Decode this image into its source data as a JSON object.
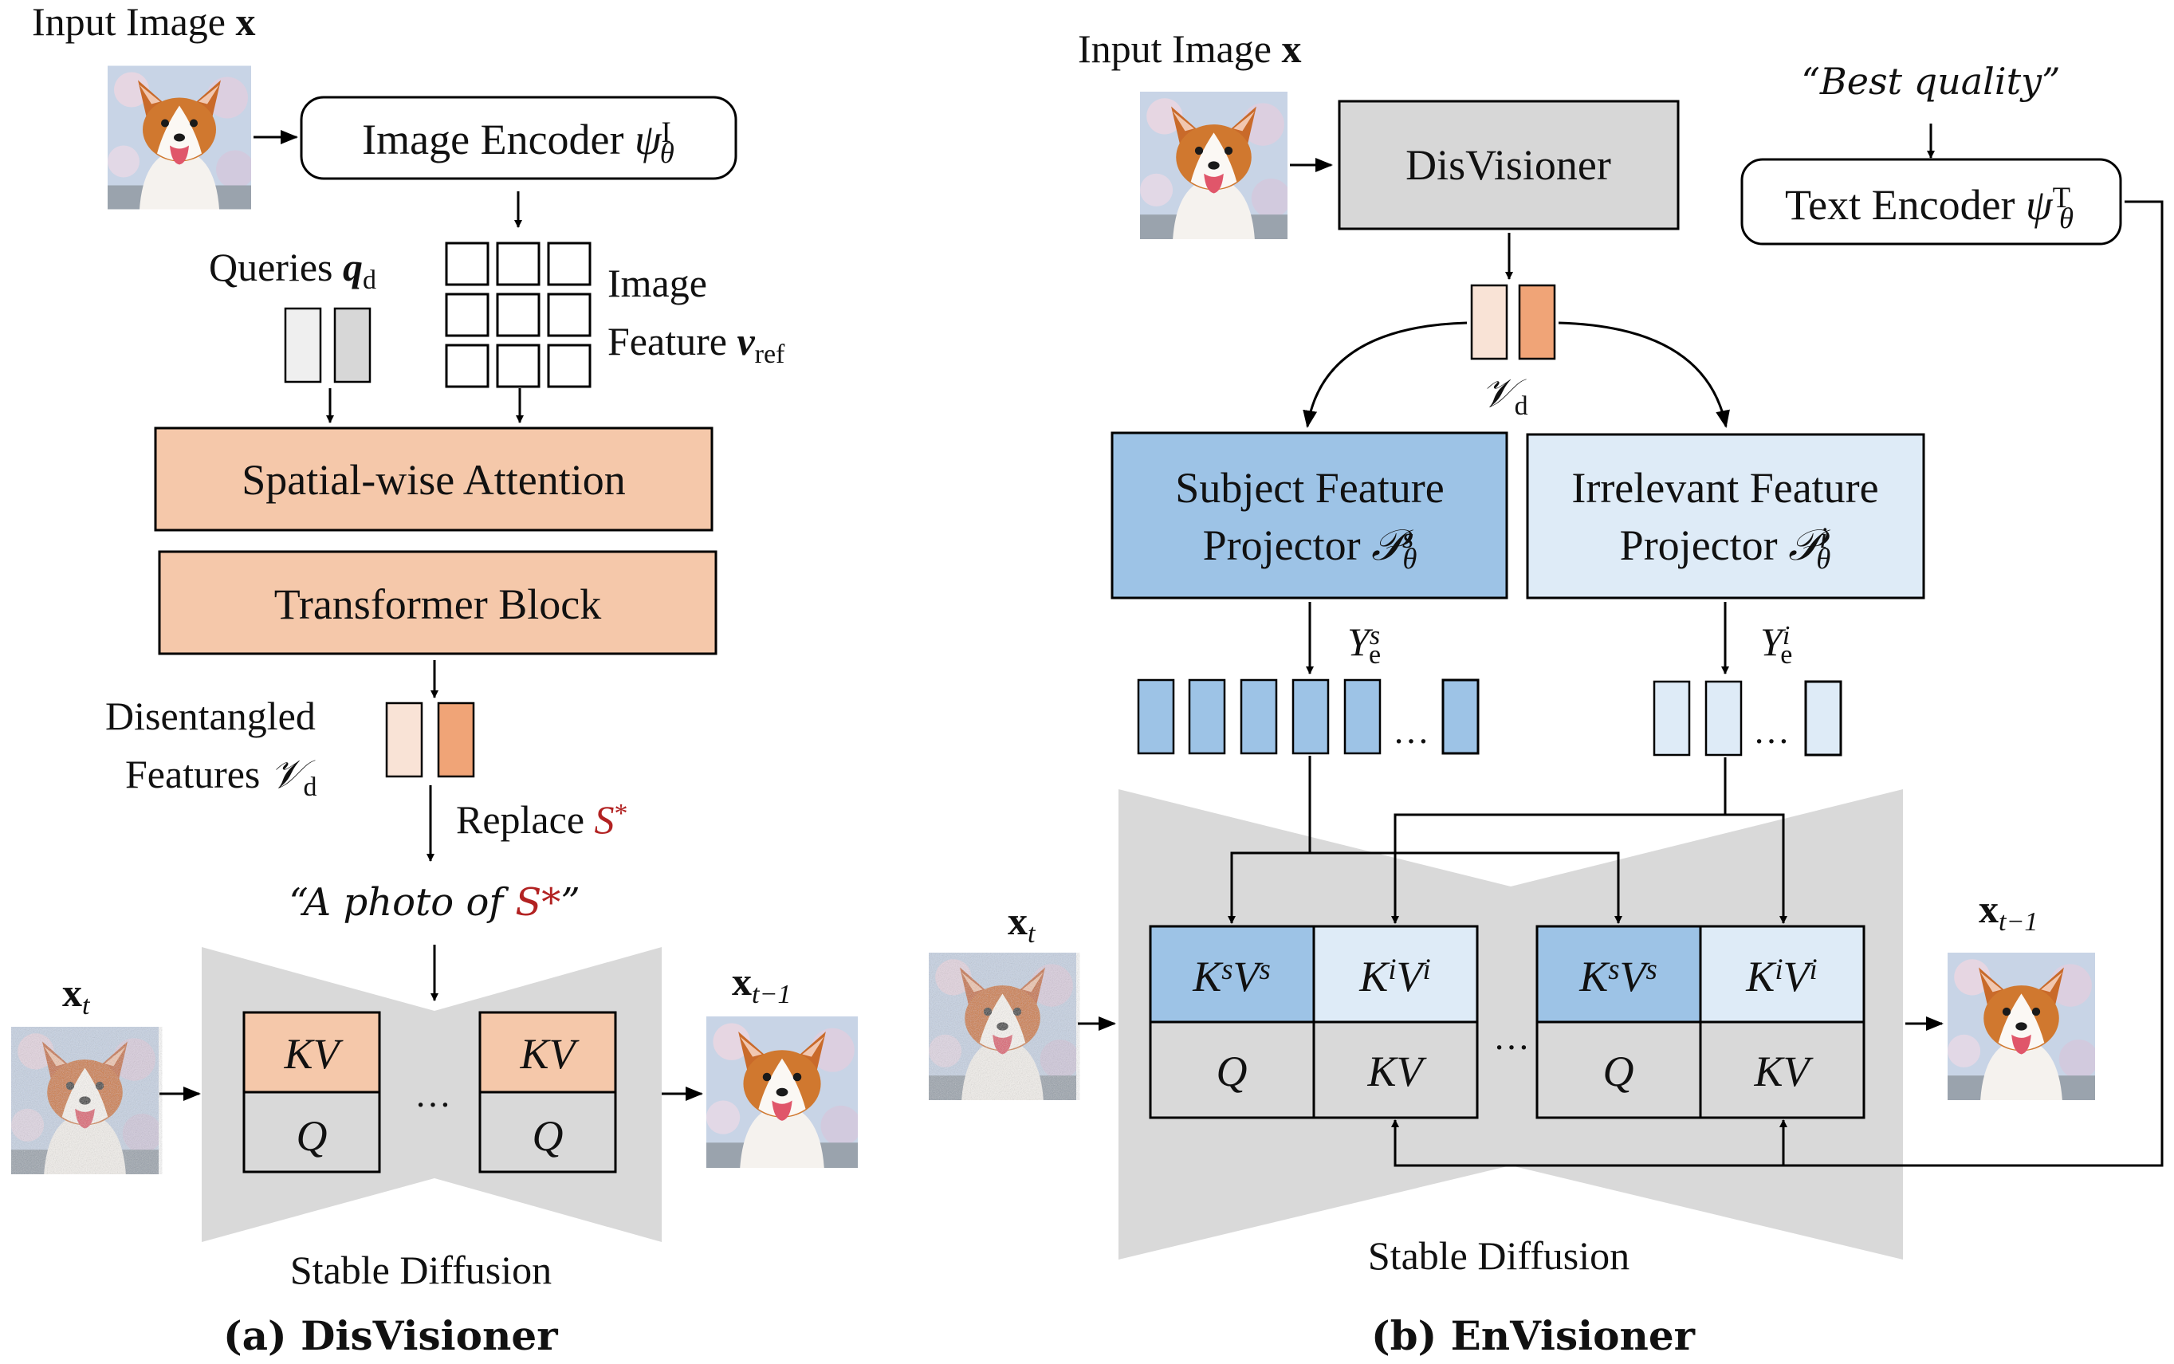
{
  "colors": {
    "peach_box": "#f5c8aa",
    "peach_light": "#f9e3d6",
    "peach_dark": "#f0a477",
    "gray_box": "#d7d7d7",
    "gray_light": "#efefef",
    "sd_gray": "#d9d9d9",
    "blue_dark": "#9dc3e6",
    "blue_light": "#deebf7",
    "red_text": "#b22222",
    "stroke": "#000000"
  },
  "icons": {
    "dog": "corgi-photo-icon",
    "dog_noisy": "noisy-corgi-photo-icon"
  },
  "left": {
    "input_label": "Input Image",
    "input_var": "x",
    "image_encoder": "Image Encoder",
    "psi": "ψ",
    "enc_sup": "I",
    "theta": "θ",
    "queries": "Queries",
    "q_var": "q",
    "q_sub": "d",
    "image_feature_1": "Image",
    "image_feature_2": "Feature",
    "v_var": "v",
    "v_sub": "ref",
    "spatial_attention": "Spatial-wise Attention",
    "transformer": "Transformer Block",
    "disentangled_1": "Disentangled",
    "disentangled_2": "Features",
    "V_var": "𝒱",
    "V_sub": "d",
    "replace": "Replace",
    "s_star": "S",
    "star": "*",
    "prompt_open": "“A photo of",
    "prompt_s": "S*",
    "prompt_close": "”",
    "xt": "x",
    "xt_sub": "t",
    "xt1_sub": "t−1",
    "kv": "KV",
    "q": "Q",
    "ellipsis": "…",
    "stable_diffusion": "Stable Diffusion",
    "caption_tag": "(a)",
    "caption": "DisVisioner"
  },
  "right": {
    "input_label": "Input Image",
    "input_var": "x",
    "disvisioner": "DisVisioner",
    "best_quality": "“Best quality”",
    "text_encoder": "Text Encoder",
    "psi": "ψ",
    "enc_sup": "T",
    "theta": "θ",
    "V_var": "𝒱",
    "V_sub": "d",
    "subj_1": "Subject Feature",
    "subj_2": "Projector",
    "irr_1": "Irrelevant Feature",
    "irr_2": "Projector",
    "P": "𝒫",
    "sup_s": "s",
    "sup_i": "i",
    "upsilon": "Υ",
    "e_sub": "e",
    "ellipsis": "…",
    "K": "K",
    "V": "V",
    "Q": "Q",
    "KV": "KV",
    "xt": "x",
    "xt_sub": "t",
    "xt1_sub": "t−1",
    "stable_diffusion": "Stable Diffusion",
    "caption_tag": "(b)",
    "caption": "EnVisioner"
  }
}
